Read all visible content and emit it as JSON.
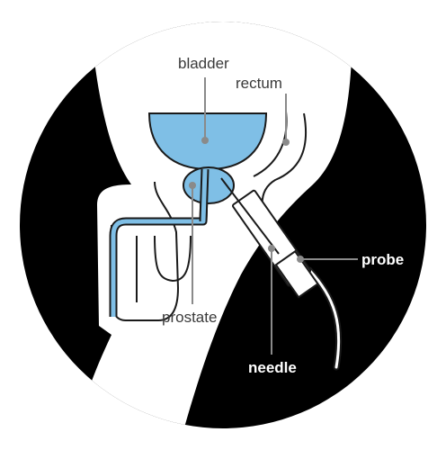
{
  "labels": {
    "bladder": "bladder",
    "rectum": "rectum",
    "prostate": "prostate",
    "probe": "probe",
    "needle": "needle"
  },
  "colors": {
    "organ_fill": "#7fbfe6",
    "outline": "#1a1a1a",
    "background_dark": "#000000",
    "body_light": "#ffffff",
    "leader_line": "#8a8a8a"
  }
}
